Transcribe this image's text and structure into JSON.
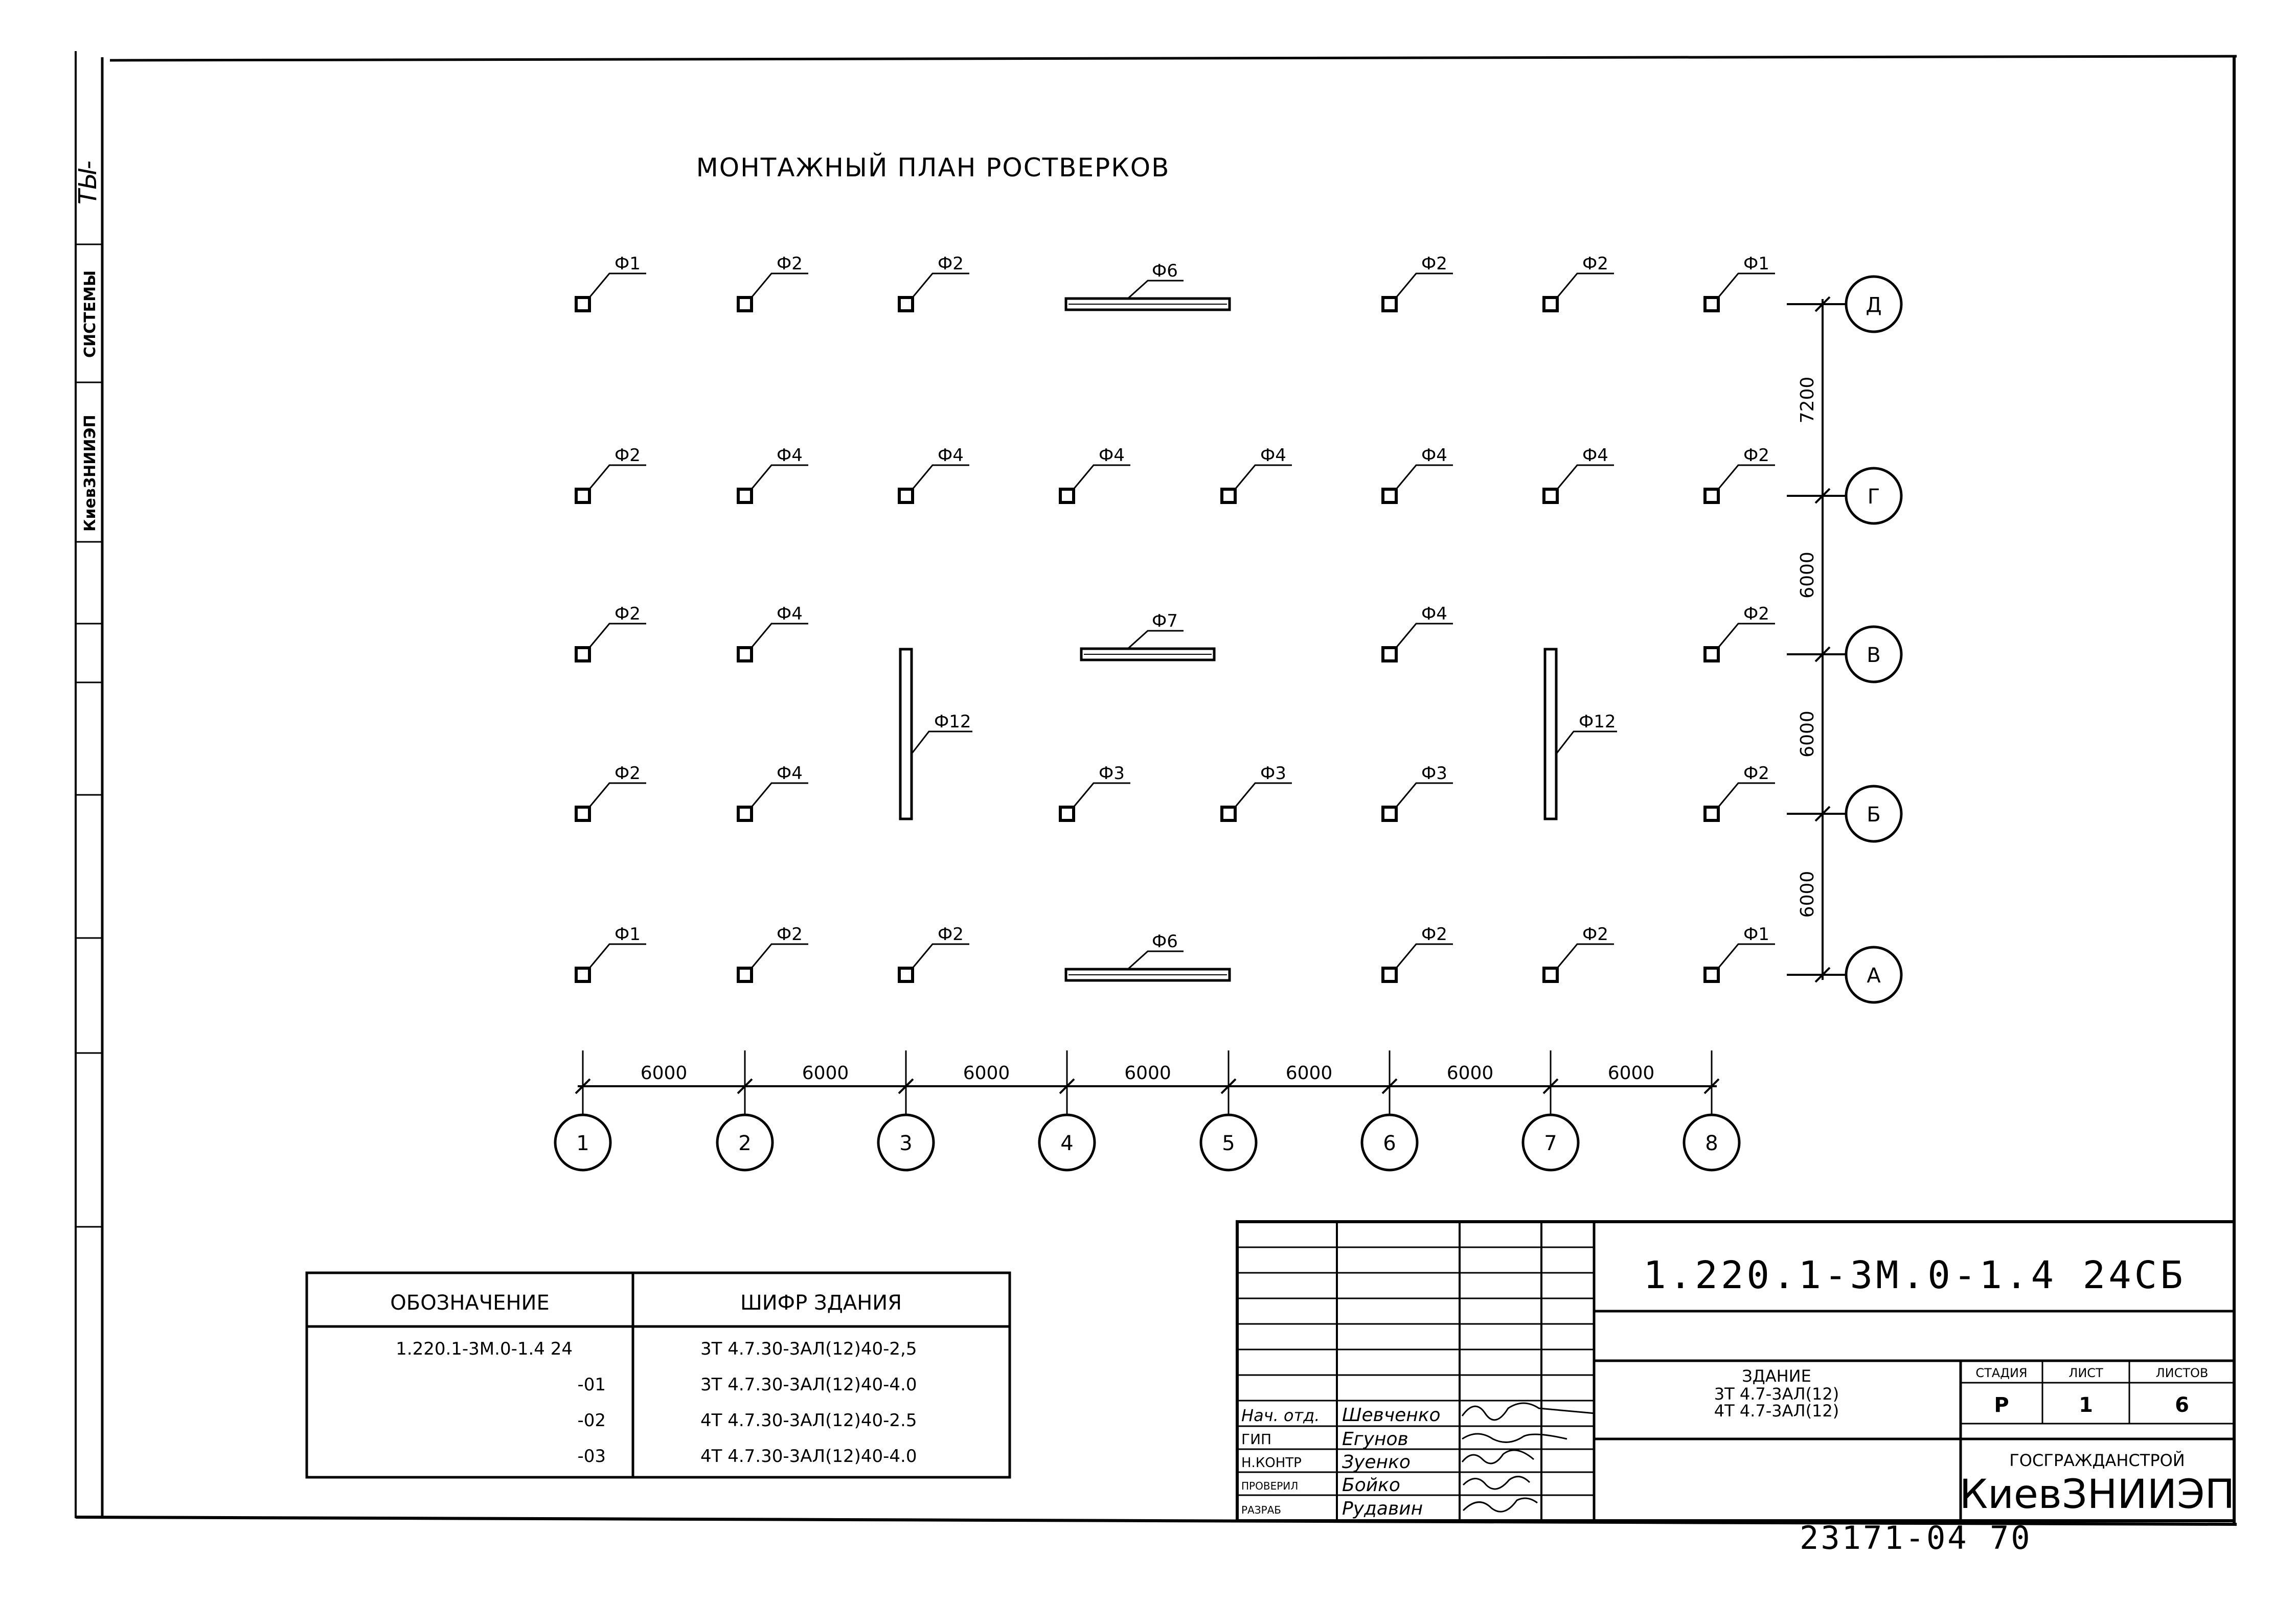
{
  "title": "МОНТАЖНЫЙ ПЛАН РОСТВЕРКОВ",
  "side_labels": {
    "top": "ТЫ-",
    "systems": "СИСТЕМЫ",
    "institute": "КиевЗНИИЭП"
  },
  "axes": {
    "columns": [
      "1",
      "2",
      "3",
      "4",
      "5",
      "6",
      "7",
      "8"
    ],
    "column_spacings": [
      "6000",
      "6000",
      "6000",
      "6000",
      "6000",
      "6000",
      "6000"
    ],
    "rows": [
      "Д",
      "Г",
      "В",
      "Б",
      "А"
    ],
    "row_spacings": [
      "7200",
      "6000",
      "6000",
      "6000"
    ]
  },
  "foundations": [
    {
      "label": "Ф1",
      "kind": "pad",
      "col": 1,
      "row": "Д"
    },
    {
      "label": "Ф2",
      "kind": "pad",
      "col": 2,
      "row": "Д"
    },
    {
      "label": "Ф2",
      "kind": "pad",
      "col": 3,
      "row": "Д"
    },
    {
      "label": "Ф6",
      "kind": "beam-h",
      "col": 4.5,
      "row": "Д"
    },
    {
      "label": "Ф2",
      "kind": "pad",
      "col": 6,
      "row": "Д"
    },
    {
      "label": "Ф2",
      "kind": "pad",
      "col": 7,
      "row": "Д"
    },
    {
      "label": "Ф1",
      "kind": "pad",
      "col": 8,
      "row": "Д"
    },
    {
      "label": "Ф2",
      "kind": "pad",
      "col": 1,
      "row": "Г"
    },
    {
      "label": "Ф4",
      "kind": "pad",
      "col": 2,
      "row": "Г"
    },
    {
      "label": "Ф4",
      "kind": "pad",
      "col": 3,
      "row": "Г"
    },
    {
      "label": "Ф4",
      "kind": "pad",
      "col": 4,
      "row": "Г"
    },
    {
      "label": "Ф4",
      "kind": "pad",
      "col": 5,
      "row": "Г"
    },
    {
      "label": "Ф4",
      "kind": "pad",
      "col": 6,
      "row": "Г"
    },
    {
      "label": "Ф4",
      "kind": "pad",
      "col": 7,
      "row": "Г"
    },
    {
      "label": "Ф2",
      "kind": "pad",
      "col": 8,
      "row": "Г"
    },
    {
      "label": "Ф2",
      "kind": "pad",
      "col": 1,
      "row": "В"
    },
    {
      "label": "Ф4",
      "kind": "pad",
      "col": 2,
      "row": "В"
    },
    {
      "label": "Ф7",
      "kind": "beam-h-short",
      "col": 4.5,
      "row": "В"
    },
    {
      "label": "Ф4",
      "kind": "pad",
      "col": 6,
      "row": "В"
    },
    {
      "label": "Ф2",
      "kind": "pad",
      "col": 8,
      "row": "В"
    },
    {
      "label": "Ф12",
      "kind": "beam-v",
      "col": 3,
      "row": "ВБ"
    },
    {
      "label": "Ф12",
      "kind": "beam-v",
      "col": 7,
      "row": "ВБ"
    },
    {
      "label": "Ф2",
      "kind": "pad",
      "col": 1,
      "row": "Б"
    },
    {
      "label": "Ф4",
      "kind": "pad",
      "col": 2,
      "row": "Б"
    },
    {
      "label": "Ф3",
      "kind": "pad",
      "col": 4,
      "row": "Б"
    },
    {
      "label": "Ф3",
      "kind": "pad",
      "col": 5,
      "row": "Б"
    },
    {
      "label": "Ф3",
      "kind": "pad",
      "col": 6,
      "row": "Б"
    },
    {
      "label": "Ф2",
      "kind": "pad",
      "col": 8,
      "row": "Б"
    },
    {
      "label": "Ф1",
      "kind": "pad",
      "col": 1,
      "row": "А"
    },
    {
      "label": "Ф2",
      "kind": "pad",
      "col": 2,
      "row": "А"
    },
    {
      "label": "Ф2",
      "kind": "pad",
      "col": 3,
      "row": "А"
    },
    {
      "label": "Ф6",
      "kind": "beam-h",
      "col": 4.5,
      "row": "А"
    },
    {
      "label": "Ф2",
      "kind": "pad",
      "col": 6,
      "row": "А"
    },
    {
      "label": "Ф2",
      "kind": "pad",
      "col": 7,
      "row": "А"
    },
    {
      "label": "Ф1",
      "kind": "pad",
      "col": 8,
      "row": "А"
    }
  ],
  "designation_table": {
    "headers": [
      "ОБОЗНАЧЕНИЕ",
      "ШИФР ЗДАНИЯ"
    ],
    "rows": [
      [
        "1.220.1-3М.0-1.4 24",
        "3Т 4.7.30-3АЛ(12)40-2,5"
      ],
      [
        "-01",
        "3Т 4.7.30-3АЛ(12)40-4.0"
      ],
      [
        "-02",
        "4Т 4.7.30-3АЛ(12)40-2.5"
      ],
      [
        "-03",
        "4Т 4.7.30-3АЛ(12)40-4.0"
      ]
    ]
  },
  "title_block": {
    "document_code": "1.220.1-3М.0-1.4 24СБ",
    "object_title": "ЗДАНИЕ",
    "object_lines": [
      "3Т 4.7-3АЛ(12)",
      "4Т 4.7-3АЛ(12)"
    ],
    "stage_header": "СТАДИЯ",
    "sheet_header": "ЛИСТ",
    "sheets_header": "ЛИСТОВ",
    "stage": "Р",
    "sheet": "1",
    "sheets": "6",
    "org_top": "ГОСГРАЖДАНСТРОЙ",
    "org_name": "КиевЗНИИЭП",
    "signatures": [
      {
        "role": "Нач. отд.",
        "name": "Шевченко"
      },
      {
        "role": "ГИП",
        "name": "Егунов"
      },
      {
        "role": "Н.КОНТР",
        "name": "Зуенко"
      },
      {
        "role": "ПРОВЕРИЛ",
        "name": "Бойко"
      },
      {
        "role": "РАЗРАБ",
        "name": "Рудавин"
      }
    ]
  },
  "archive_number": "23171-04 70"
}
